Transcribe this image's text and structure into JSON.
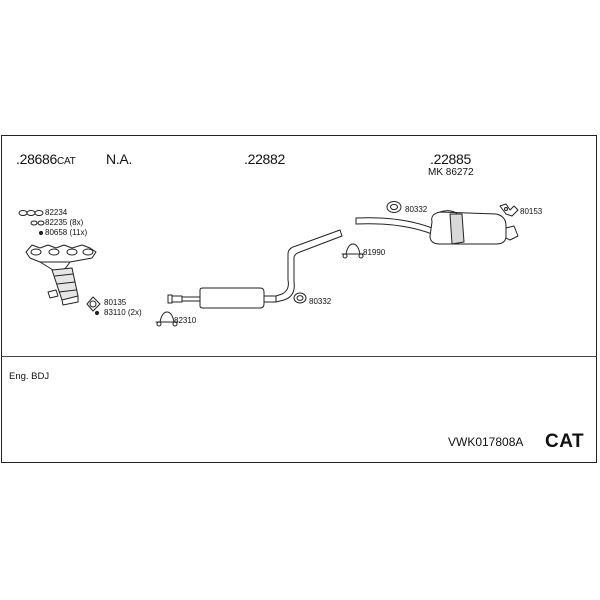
{
  "parts": {
    "p28686": ".28686",
    "p28686_suffix": "CAT",
    "na": "N.A.",
    "p22882": ".22882",
    "p22885": ".22885",
    "mk": "MK  86272"
  },
  "small_parts": {
    "p82234": "82234",
    "p82235": "82235 (8x)",
    "p80658": "80658 (11x)",
    "p80135": "80135",
    "p83110": "83110 (2x)",
    "p82310": "82310",
    "p80332a": "80332",
    "p80332b": "80332",
    "p81990": "81990",
    "p80153": "80153"
  },
  "footer": {
    "engine": "Eng. BDJ",
    "kit_code": "VWK017808A",
    "cat": "CAT"
  },
  "colors": {
    "line": "#222222",
    "fill": "#ffffff",
    "shade": "#cfcfcf"
  }
}
